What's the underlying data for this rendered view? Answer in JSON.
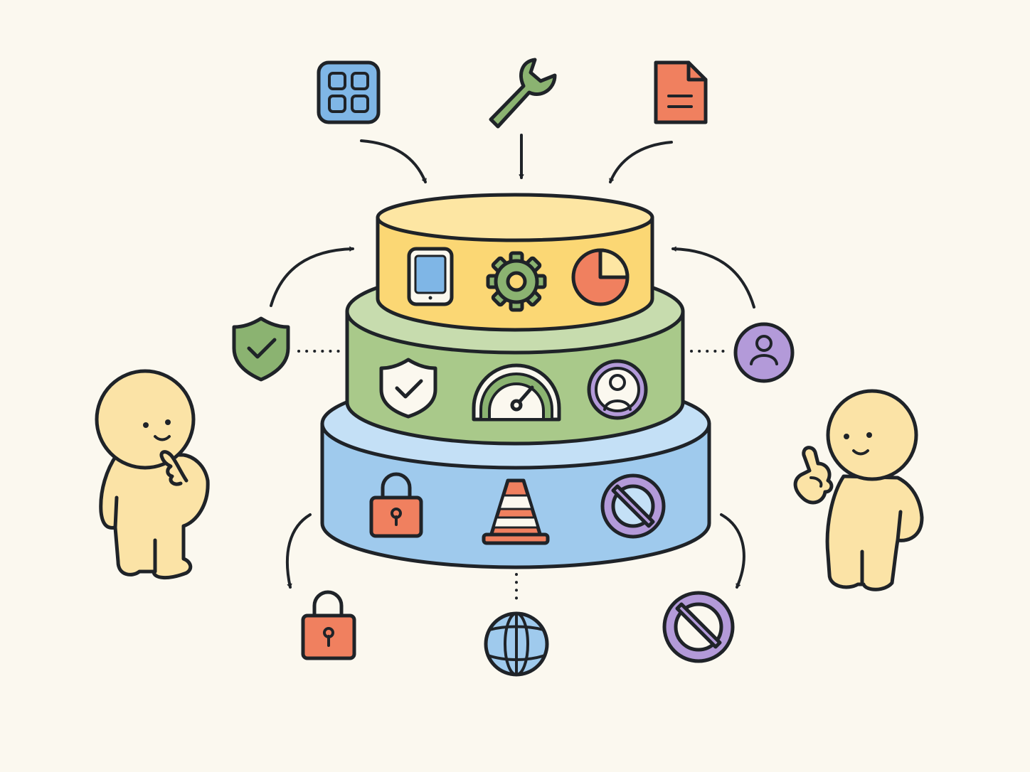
{
  "colors": {
    "background": "#fbf8ef",
    "outline": "#1f2328",
    "tier_top": "#fbd774",
    "tier_top_face": "#fde6a3",
    "tier_middle": "#a9c98a",
    "tier_middle_face": "#c7dcae",
    "tier_bottom": "#9fcaed",
    "tier_bottom_face": "#c4e0f6",
    "icon_blue": "#7fb6e6",
    "icon_green": "#8bb371",
    "icon_orange": "#f0805f",
    "icon_purple": "#b39ad9",
    "character": "#fbe3a6"
  },
  "diagram": {
    "inputs_top": [
      "grid-apps-icon",
      "wrench-icon",
      "document-icon"
    ],
    "tiers": [
      {
        "name": "top-tier",
        "icons": [
          "tablet-icon",
          "gear-icon",
          "pie-chart-icon"
        ]
      },
      {
        "name": "middle-tier",
        "icons": [
          "shield-check-icon",
          "speedometer-icon",
          "user-avatar-icon"
        ]
      },
      {
        "name": "bottom-tier",
        "icons": [
          "padlock-icon",
          "traffic-cone-icon",
          "prohibited-icon"
        ]
      }
    ],
    "side_nodes": [
      "shield-check-icon",
      "user-avatar-icon"
    ],
    "outputs_bottom": [
      "padlock-icon",
      "globe-icon",
      "prohibited-icon"
    ],
    "characters": [
      "thinking-person",
      "pointing-person"
    ]
  }
}
